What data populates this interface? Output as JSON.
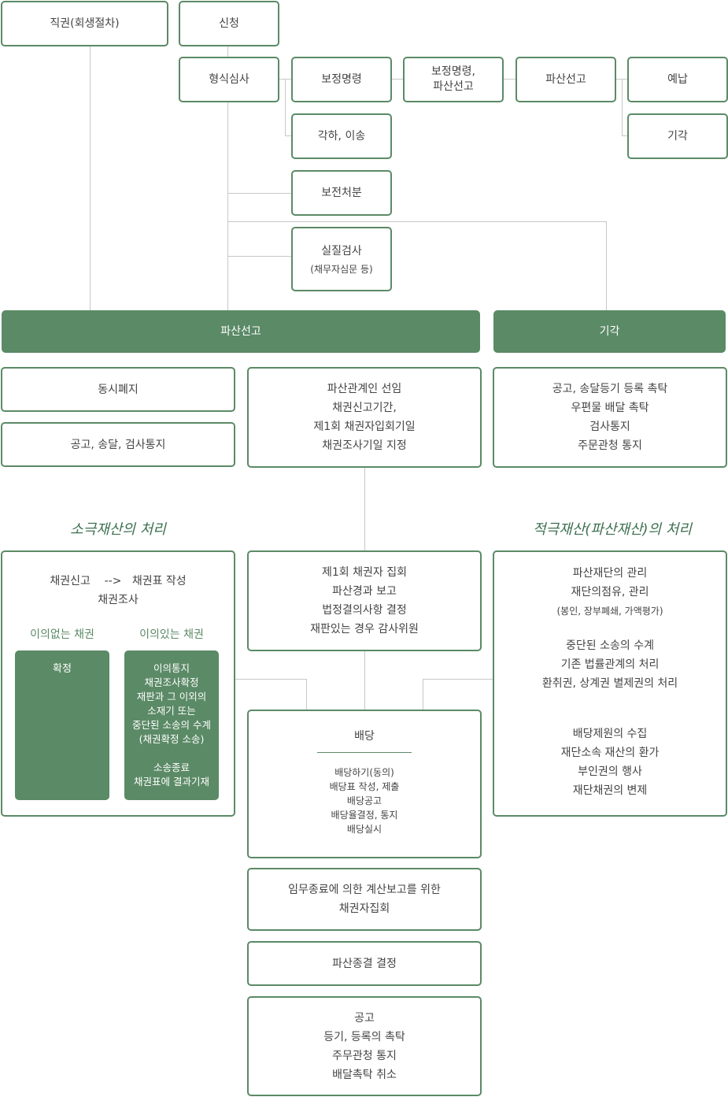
{
  "top": {
    "ex_officio": "직권(회생절차)",
    "application": "신청",
    "formal_review": "형식심사",
    "correction_order": "보정명령",
    "correction_bankruptcy": [
      "보정명령,",
      "파산선고"
    ],
    "bankruptcy_declaration": "파산선고",
    "deposit": "예납",
    "dismissal_transfer": "각하, 이송",
    "rejection": "기각",
    "preservation": "보전처분",
    "substantive_review": "실질검사",
    "substantive_note": "(채무자심문 등)"
  },
  "bars": {
    "bankruptcy": "파산선고",
    "rejection": "기각"
  },
  "row2": {
    "simultaneous_abolition": "동시폐지",
    "notice": "공고, 송달, 검사통지",
    "trustee": [
      "파산관계인 선임",
      "채권신고기간,",
      "제1회 채권자입회기일",
      "채권조사기일 지정"
    ],
    "rejection_steps": [
      "공고, 송달등기 등록 촉탁",
      "우편물 배달 촉탁",
      "검사통지",
      "주문관청 통지"
    ]
  },
  "headings": {
    "passive": "소극재산의 처리",
    "active": "적극재산(파산재산)의 처리"
  },
  "passive": {
    "line1": "채권신고    -->   채권표 작성",
    "line2": "채권조사",
    "no_objection": "이의없는 채권",
    "with_objection": "이의있는 채권",
    "confirmed": "확정",
    "objection_steps": [
      "이의통지",
      "채권조사확정",
      "재판과 그 이외의",
      "소재기 또는",
      "중단된 소송의 수계",
      "(채권확정 소송)",
      "",
      "소송종료",
      "채권표에 결과기재"
    ]
  },
  "meeting": [
    "제1회 채권자 집회",
    "파산경과 보고",
    "법정결의사항 결정",
    "재판있는 경우 감사위원"
  ],
  "active": {
    "group1": [
      "파산재단의 관리",
      "재단의점유, 관리"
    ],
    "group1_note": "(봉인, 장부폐쇄, 가액평가)",
    "group2": [
      "중단된 소송의 수계",
      "기존 법률관계의 처리",
      "환취권, 상계권 별제권의 처리"
    ],
    "group3": [
      "배당제원의 수집",
      "재단소속 재산의 환가",
      "부인권의 행사",
      "재단채권의 변제"
    ]
  },
  "distribution": {
    "title": "배당",
    "steps": [
      "배당하기(동의)",
      "배당표 작성, 제출",
      "배당공고",
      "배당율결정, 통지",
      "배당실시"
    ]
  },
  "final_meeting": [
    "임무종료에 의한 계산보고를 위한",
    "채권자집회"
  ],
  "termination": "파산종결 결정",
  "final_notice": [
    "공고",
    "등기, 등록의 촉탁",
    "주무관청 통지",
    "배달촉탁 취소"
  ]
}
